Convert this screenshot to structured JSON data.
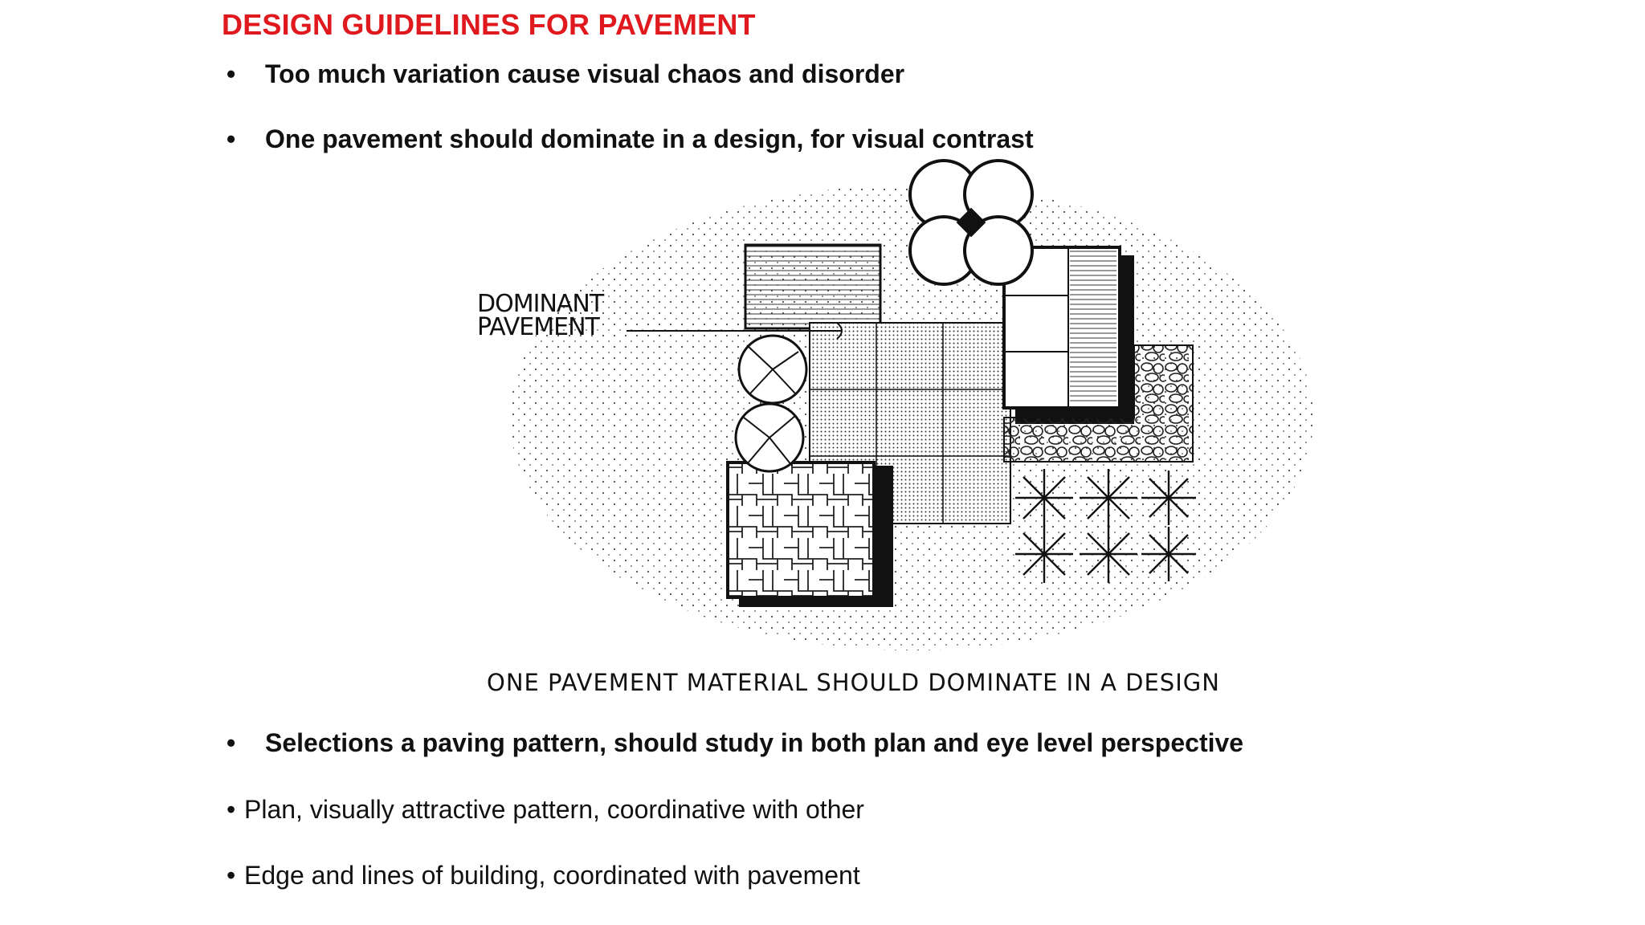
{
  "slide": {
    "title": "DESIGN GUIDELINES FOR PAVEMENT",
    "bullet_glyph": "•",
    "top_bullets": [
      "Too much variation cause visual chaos and disorder",
      "One pavement should dominate in a design, for visual contrast"
    ],
    "figure": {
      "label_line1": "DOMINANT",
      "label_line2": "PAVEMENT",
      "caption": "ONE PAVEMENT MATERIAL SHOULD DOMINATE IN A DESIGN"
    },
    "bottom_bullets": [
      "Selections a paving pattern, should study in both plan and eye level perspective",
      "Plan, visually attractive pattern, coordinative with other",
      "Edge and lines of building, coordinated with pavement"
    ]
  }
}
